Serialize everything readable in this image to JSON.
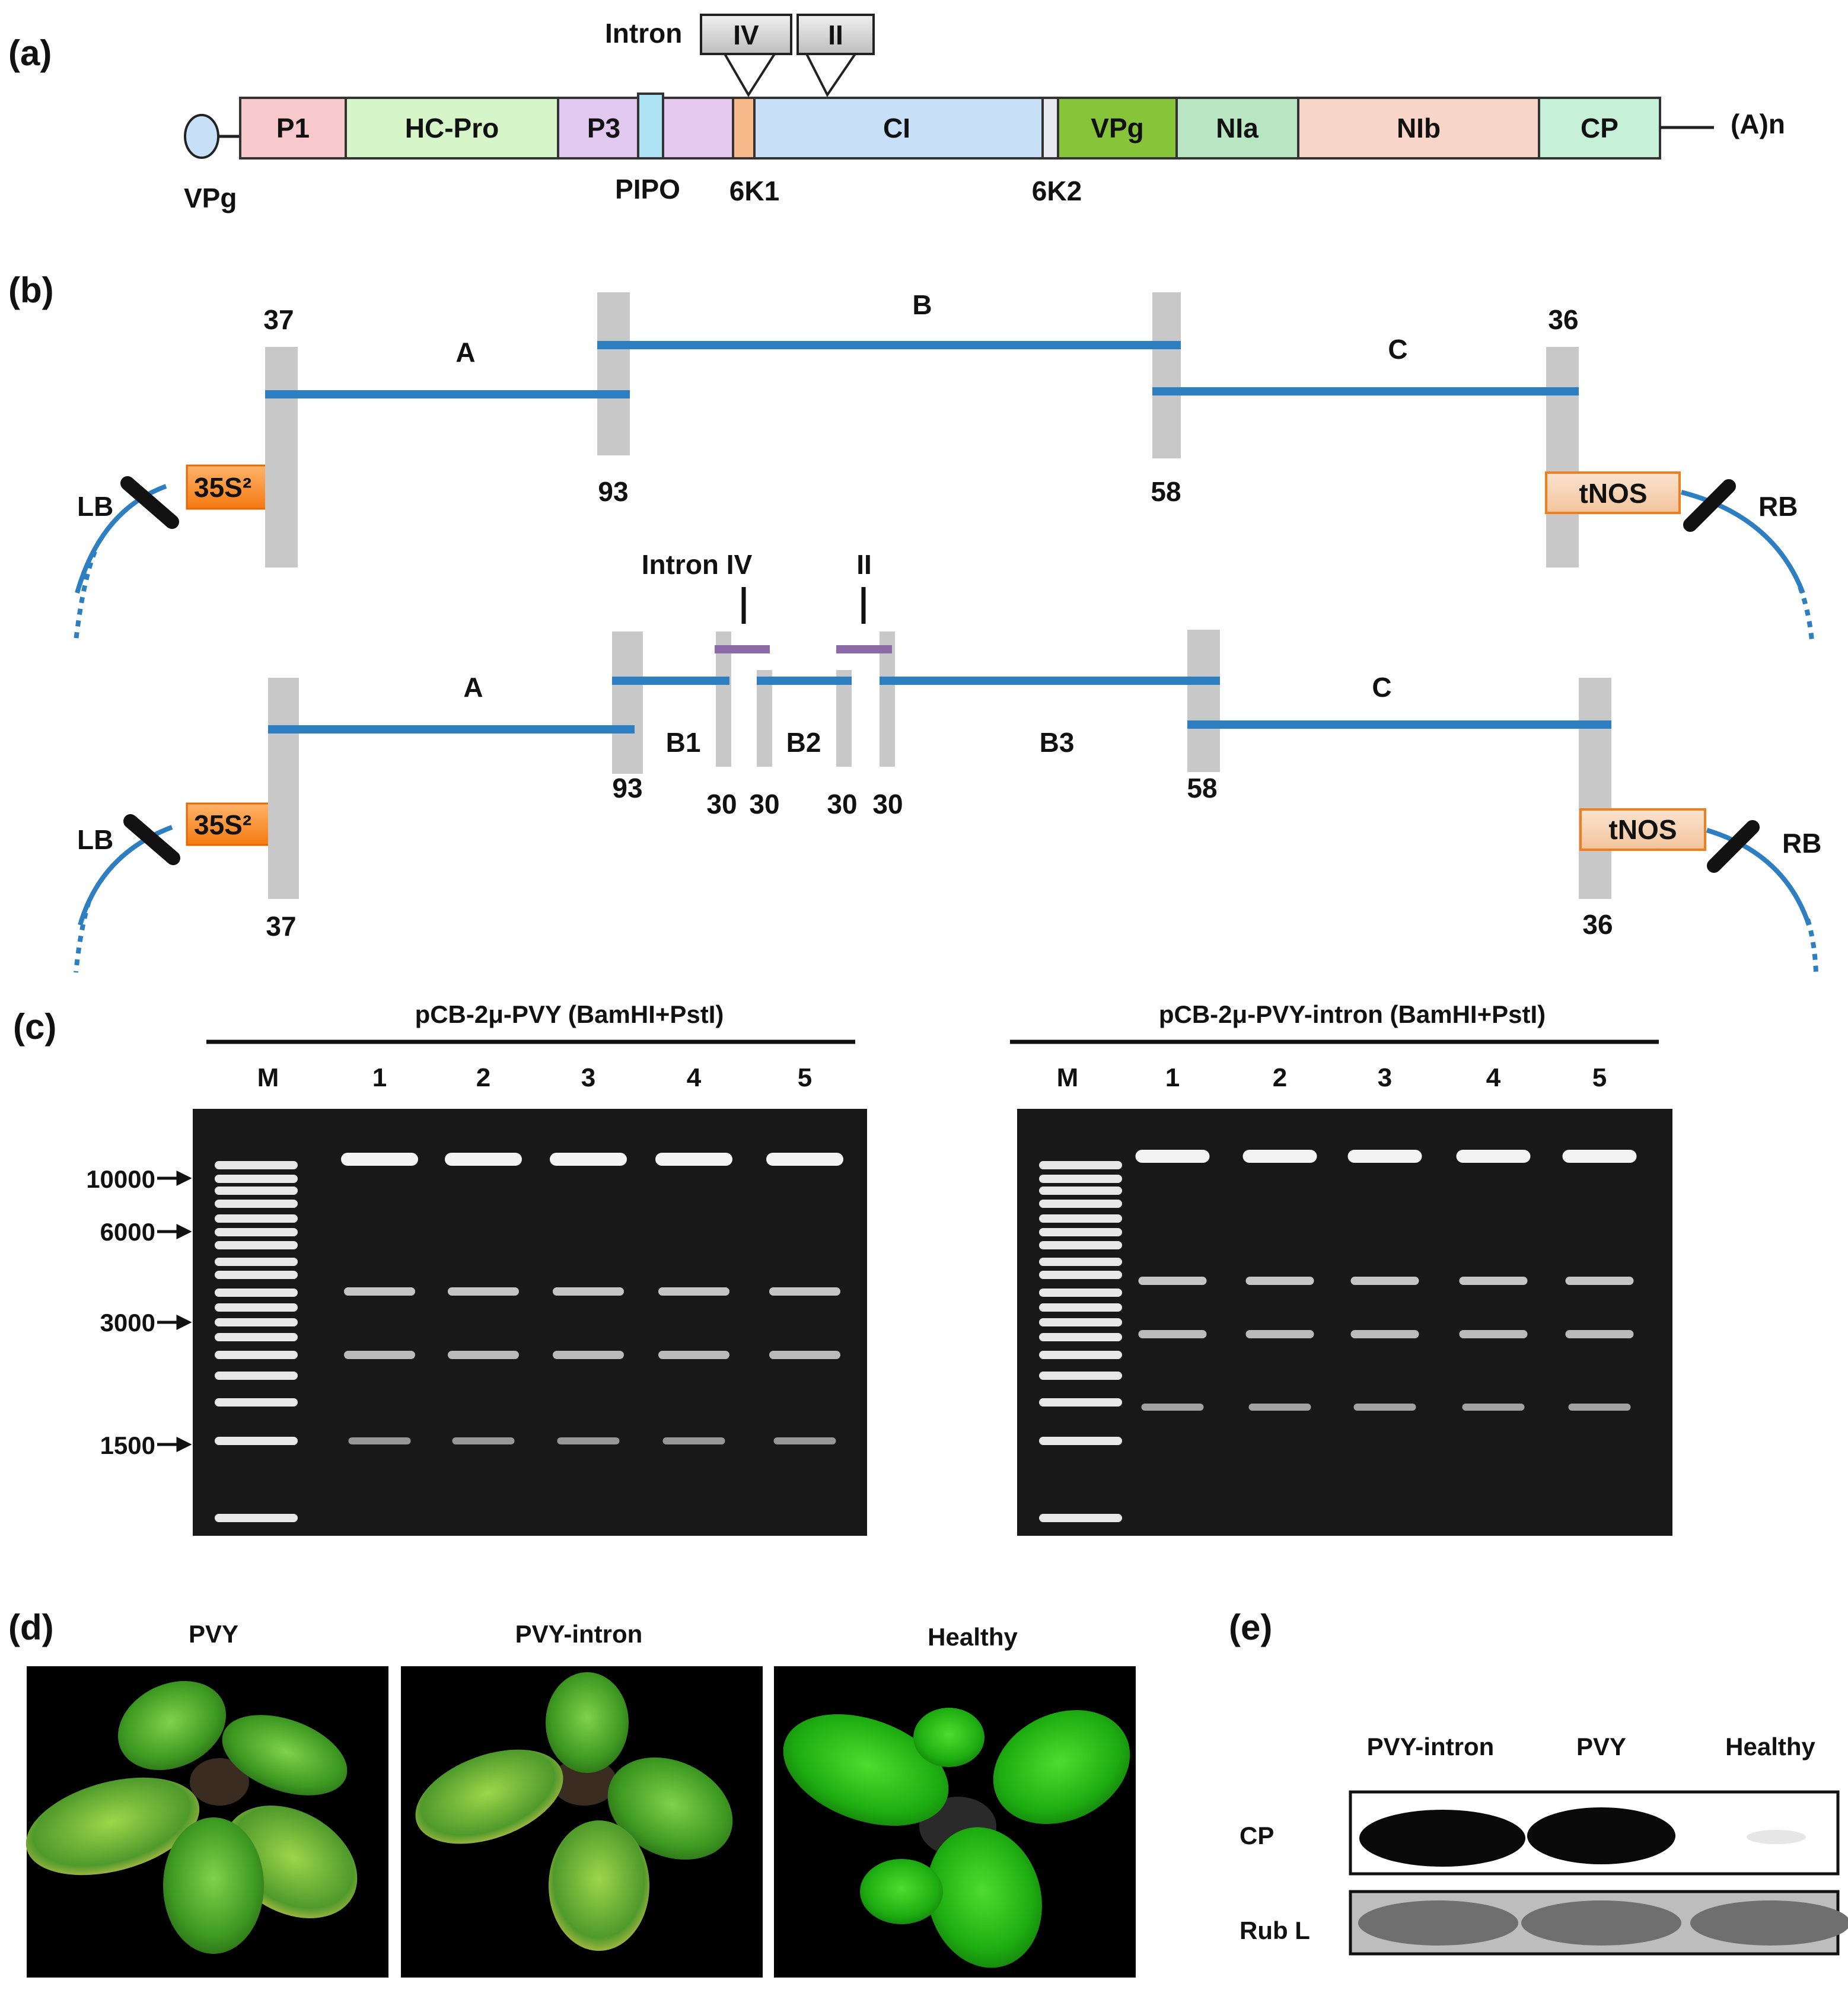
{
  "panels": [
    "(a)",
    "(b)",
    "(c)",
    "(d)",
    "(e)"
  ],
  "panel_a": {
    "five_prime": "VPg",
    "three_prime": "(A)n",
    "intron_label": "Intron",
    "intron_boxes": [
      "IV",
      "II"
    ],
    "genes": [
      {
        "label": "P1",
        "color": "#f7c8cc"
      },
      {
        "label": "HC-Pro",
        "color": "#d6f5c8"
      },
      {
        "label": "P3",
        "color": "#e0c8ef"
      },
      {
        "label": "",
        "color": "#aee3f5"
      },
      {
        "label": "",
        "color": "#e6c9ef"
      },
      {
        "label": "",
        "color": "#f7b98a"
      },
      {
        "label": "CI",
        "color": "#c7dff7"
      },
      {
        "label": "",
        "color": "#e8e8f0"
      },
      {
        "label": "VPg",
        "color": "#86c43a"
      },
      {
        "label": "NIa",
        "color": "#b8e6c2"
      },
      {
        "label": "NIb",
        "color": "#f7d6c9"
      },
      {
        "label": "CP",
        "color": "#c6f0d8"
      }
    ],
    "below_labels": [
      "PIPO",
      "6K1",
      "6K2"
    ]
  },
  "panel_b": {
    "top": {
      "segments": [
        "A",
        "B",
        "C"
      ],
      "overlaps": [
        "37",
        "93",
        "58",
        "36"
      ],
      "promoter": "35S²",
      "terminator": "tNOS",
      "lb": "LB",
      "rb": "RB"
    },
    "bottom": {
      "segments": [
        "A",
        "B1",
        "B2",
        "B3",
        "C"
      ],
      "intron_labels": [
        "Intron IV",
        "II"
      ],
      "overlaps": [
        "93",
        "30",
        "30",
        "30",
        "30",
        "58",
        "37",
        "36"
      ],
      "promoter": "35S²",
      "terminator": "tNOS",
      "lb": "LB",
      "rb": "RB"
    }
  },
  "panel_c": {
    "gel1_title": "pCB-2μ-PVY  (BamHI+PstI)",
    "gel2_title": "pCB-2μ-PVY-intron  (BamHI+PstI)",
    "lanes": [
      "M",
      "1",
      "2",
      "3",
      "4",
      "5"
    ],
    "markers": [
      "10000",
      "6000",
      "3000",
      "1500"
    ]
  },
  "panel_d": {
    "labels": [
      "PVY",
      "PVY-intron",
      "Healthy"
    ]
  },
  "panel_e": {
    "lanes": [
      "PVY-intron",
      "PVY",
      "Healthy"
    ],
    "rows": [
      "CP",
      "Rub L"
    ]
  }
}
